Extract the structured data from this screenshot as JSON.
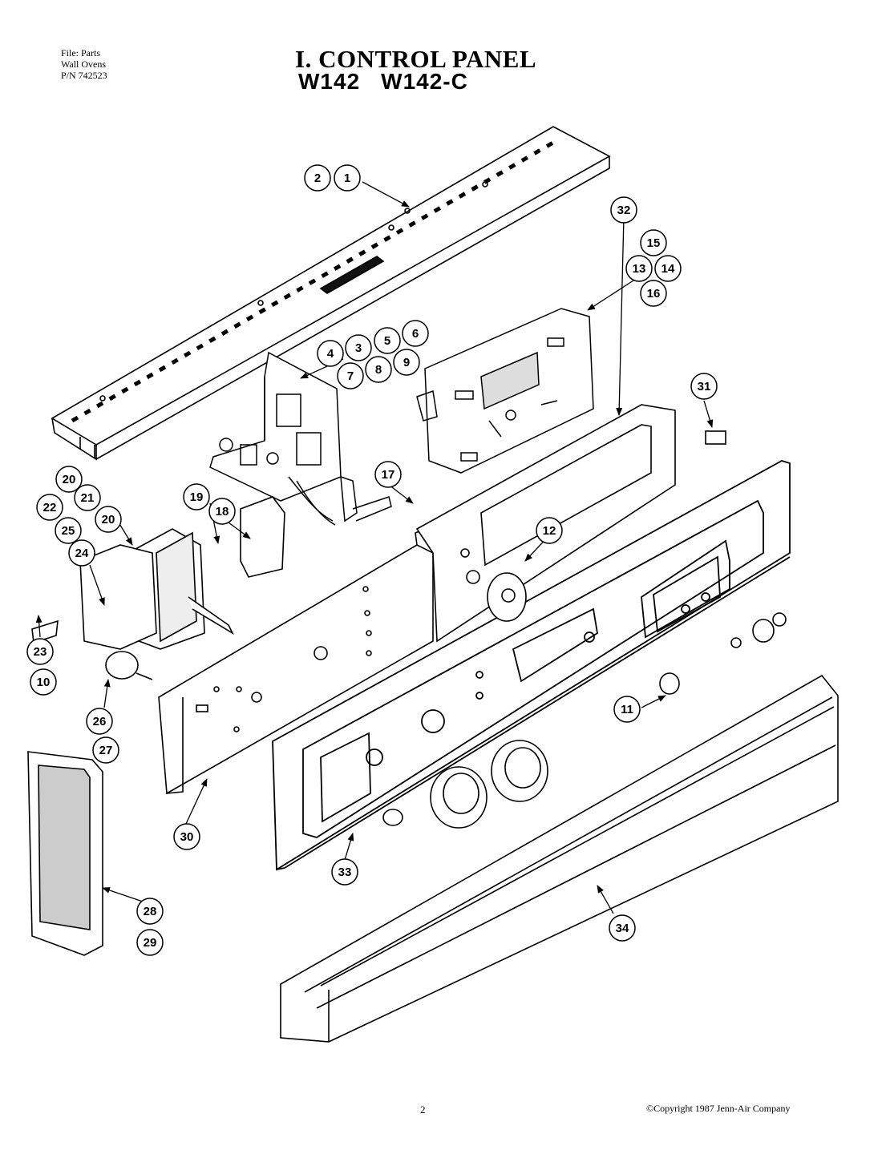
{
  "header": {
    "file_lines": [
      "File: Parts",
      "Wall Ovens",
      "P/N 742523"
    ],
    "title": "I. CONTROL PANEL",
    "models": [
      "W142",
      "W142-C"
    ]
  },
  "callouts": [
    "1",
    "2",
    "3",
    "4",
    "5",
    "6",
    "7",
    "8",
    "9",
    "10",
    "11",
    "12",
    "13",
    "14",
    "15",
    "16",
    "17",
    "18",
    "19",
    "20",
    "20",
    "21",
    "22",
    "23",
    "24",
    "25",
    "26",
    "27",
    "28",
    "29",
    "30",
    "31",
    "32",
    "33",
    "34"
  ],
  "footer": {
    "page_number": "2",
    "copyright": "©Copyright 1987 Jenn-Air Company"
  }
}
